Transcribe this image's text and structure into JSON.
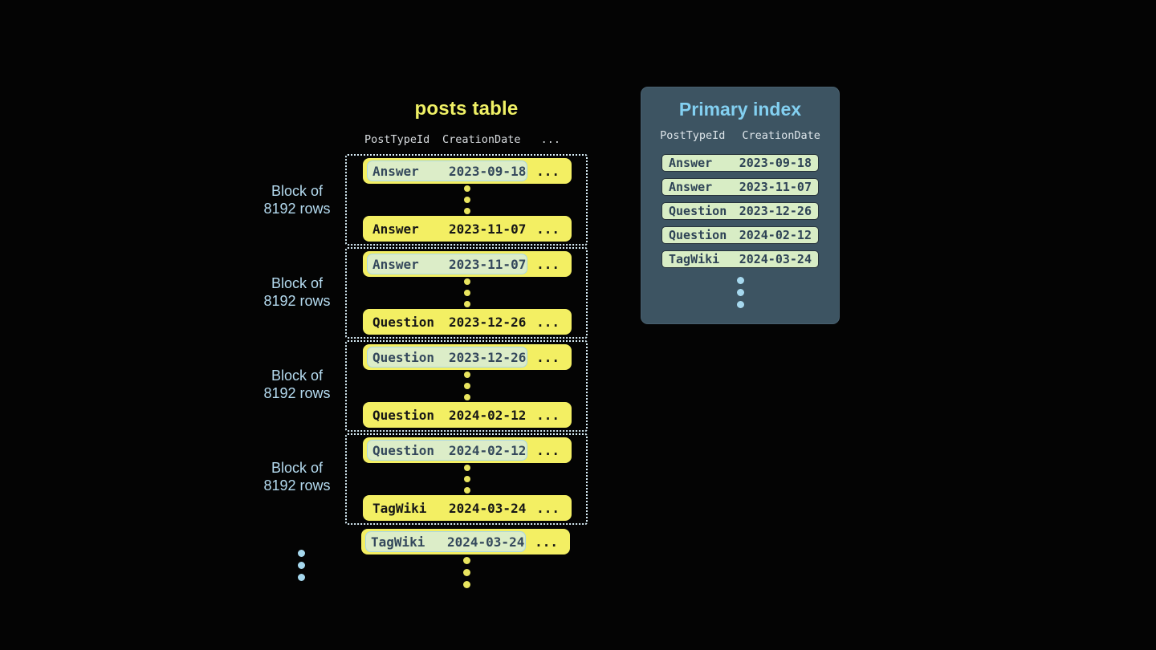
{
  "colors": {
    "background": "#040404",
    "row_yellow": "#f3ef63",
    "highlight_mint": "#dcedc8",
    "highlight_border_blue": "#a9d7e6",
    "highlight_text": "#34485c",
    "row_text": "#161616",
    "panel_background": "#3d5462",
    "panel_title_blue": "#83d0f1",
    "block_label_blue": "#b5dbf0",
    "dotted_border": "#d9eef8",
    "blue_dot": "#a6d8ee",
    "yellow_dot": "#e9e55f"
  },
  "posts_table": {
    "title": "posts table",
    "header": {
      "type": "PostTypeId",
      "date": "CreationDate",
      "more": "..."
    },
    "blocks": [
      {
        "label_line1": "Block of",
        "label_line2": "8192 rows",
        "first": {
          "type": "Answer",
          "date": "2023-09-18",
          "more": "..."
        },
        "last": {
          "type": "Answer",
          "date": "2023-11-07",
          "more": "..."
        }
      },
      {
        "label_line1": "Block of",
        "label_line2": "8192 rows",
        "first": {
          "type": "Answer",
          "date": "2023-11-07",
          "more": "..."
        },
        "last": {
          "type": "Question",
          "date": "2023-12-26",
          "more": "..."
        }
      },
      {
        "label_line1": "Block of",
        "label_line2": "8192 rows",
        "first": {
          "type": "Question",
          "date": "2023-12-26",
          "more": "..."
        },
        "last": {
          "type": "Question",
          "date": "2024-02-12",
          "more": "..."
        }
      },
      {
        "label_line1": "Block of",
        "label_line2": "8192 rows",
        "first": {
          "type": "Question",
          "date": "2024-02-12",
          "more": "..."
        },
        "last": {
          "type": "TagWiki",
          "date": "2024-03-24",
          "more": "..."
        }
      }
    ],
    "trailing_row": {
      "type": "TagWiki",
      "date": "2024-03-24",
      "more": "..."
    }
  },
  "primary_index": {
    "title": "Primary index",
    "header": {
      "type": "PostTypeId",
      "date": "CreationDate"
    },
    "entries": [
      {
        "type": "Answer",
        "date": "2023-09-18"
      },
      {
        "type": "Answer",
        "date": "2023-11-07"
      },
      {
        "type": "Question",
        "date": "2023-12-26"
      },
      {
        "type": "Question",
        "date": "2024-02-12"
      },
      {
        "type": "TagWiki",
        "date": "2024-03-24"
      }
    ]
  }
}
